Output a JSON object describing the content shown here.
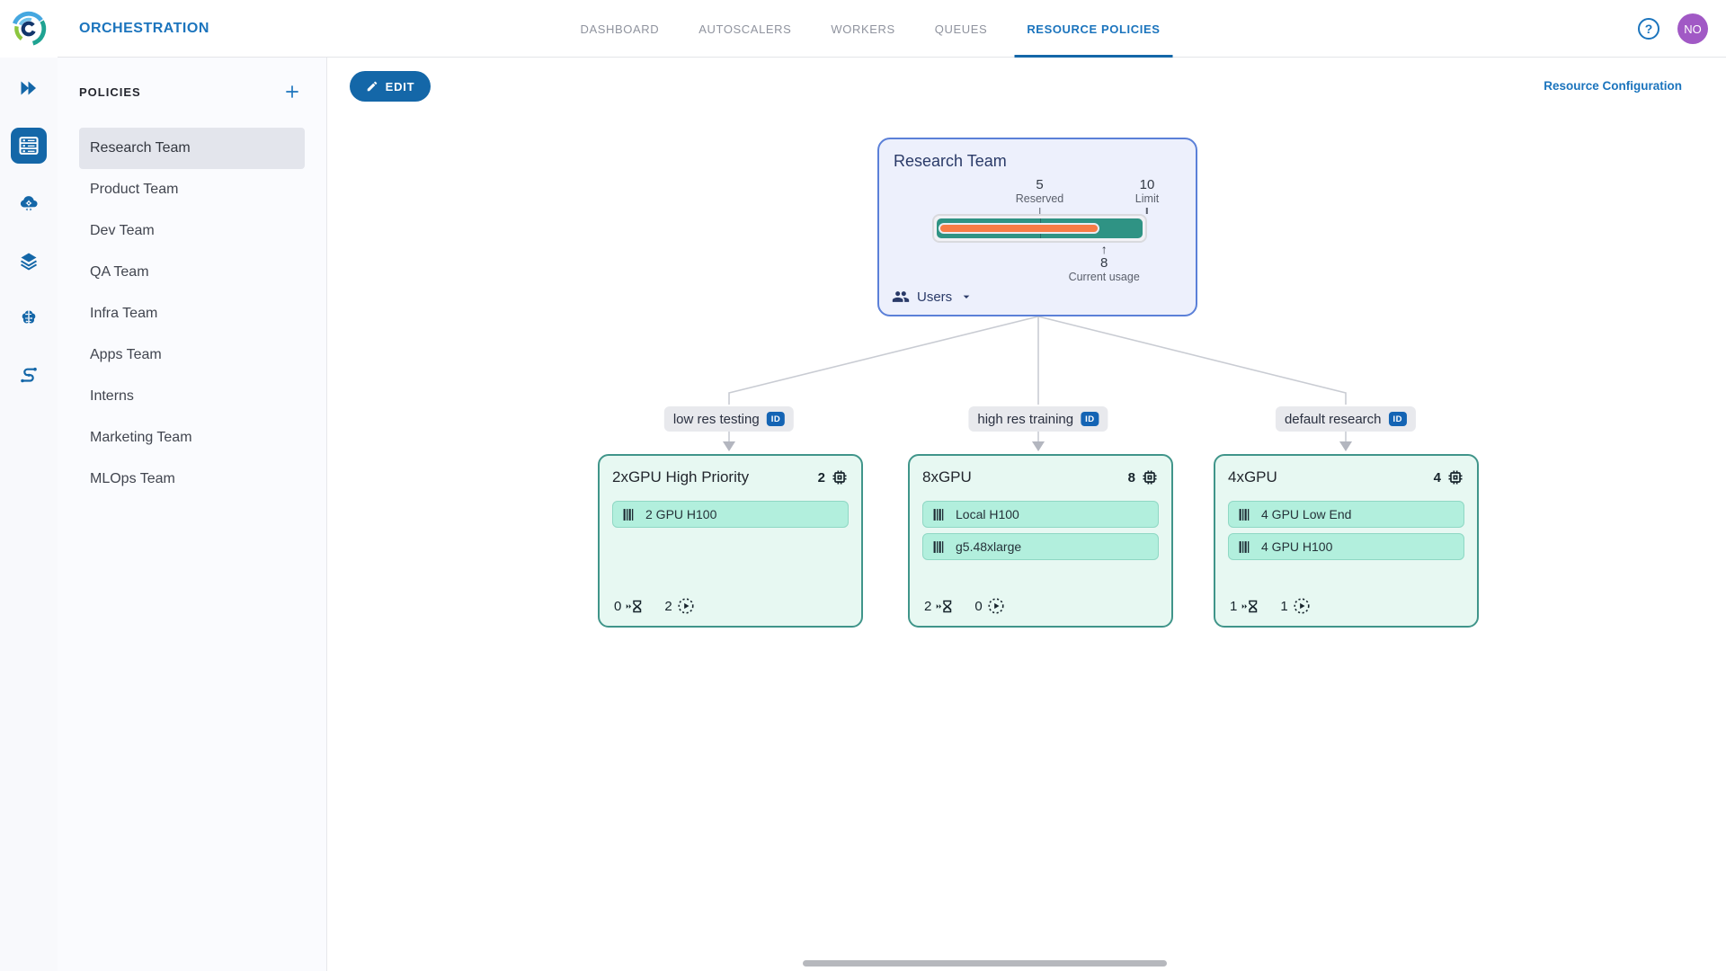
{
  "header": {
    "title": "ORCHESTRATION",
    "tabs": [
      {
        "label": "DASHBOARD",
        "active": false
      },
      {
        "label": "AUTOSCALERS",
        "active": false
      },
      {
        "label": "WORKERS",
        "active": false
      },
      {
        "label": "QUEUES",
        "active": false
      },
      {
        "label": "RESOURCE POLICIES",
        "active": true
      }
    ],
    "help_icon": "question-mark-circle",
    "avatar_initials": "NO",
    "avatar_color": "#a159c5"
  },
  "icon_rail": {
    "icons": [
      {
        "name": "double-chevron",
        "active": false
      },
      {
        "name": "server-rack",
        "active": true
      },
      {
        "name": "cloud-gear",
        "active": false
      },
      {
        "name": "layers",
        "active": false
      },
      {
        "name": "brain",
        "active": false
      },
      {
        "name": "pipeline",
        "active": false
      }
    ]
  },
  "sidebar": {
    "title": "POLICIES",
    "add_icon": "plus",
    "items": [
      "Research Team",
      "Product Team",
      "Dev Team",
      "QA Team",
      "Infra Team",
      "Apps Team",
      "Interns",
      "Marketing Team",
      "MLOps Team"
    ],
    "selected_item": "Research Team"
  },
  "toolbar": {
    "edit_label": "EDIT",
    "resource_configuration_label": "Resource Configuration"
  },
  "tree": {
    "root": {
      "title": "Research Team",
      "reserved_value": 5,
      "reserved_label": "Reserved",
      "limit_value": 10,
      "limit_label": "Limit",
      "usage_value": 8,
      "usage_label": "Current usage",
      "usage_arrow": "↑",
      "users_label": "Users",
      "bar_colors": {
        "fill": "#2F9384",
        "usage": "#F87B45"
      }
    },
    "queues": [
      {
        "name": "low res testing",
        "badge": "ID"
      },
      {
        "name": "high res training",
        "badge": "ID"
      },
      {
        "name": "default research",
        "badge": "ID"
      }
    ],
    "pools": [
      {
        "title": "2xGPU High Priority",
        "gpu_count": 2,
        "resources": [
          "2 GPU H100"
        ],
        "pending_count": 0,
        "running_count": 2
      },
      {
        "title": "8xGPU",
        "gpu_count": 8,
        "resources": [
          "Local H100",
          "g5.48xlarge"
        ],
        "pending_count": 2,
        "running_count": 0
      },
      {
        "title": "4xGPU",
        "gpu_count": 4,
        "resources": [
          "4 GPU Low End",
          "4 GPU H100"
        ],
        "pending_count": 1,
        "running_count": 1
      }
    ]
  }
}
